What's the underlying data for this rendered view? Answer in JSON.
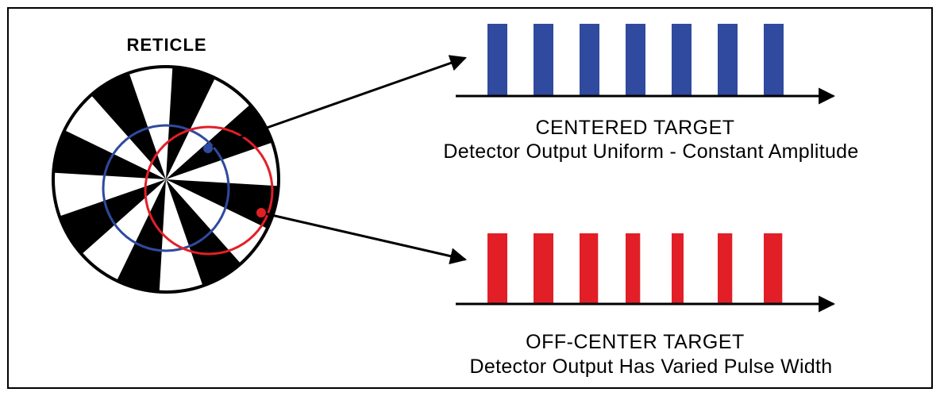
{
  "reticle": {
    "label": "RETICLE",
    "segments": 16
  },
  "centered_target": {
    "title": "CENTERED TARGET",
    "subtitle": "Detector Output Uniform - Constant Amplitude",
    "pulse_widths": [
      1,
      1,
      1,
      1,
      1,
      1,
      1
    ]
  },
  "off_center_target": {
    "title": "OFF-CENTER TARGET",
    "subtitle": "Detector Output Has Varied Pulse Width",
    "pulse_widths": [
      1,
      1,
      0.93,
      0.73,
      0.6,
      0.73,
      0.93
    ]
  },
  "colors": {
    "centered": "#2f4a9e",
    "off_center": "#e21f26",
    "reticle": "#000000",
    "frame": "#000000"
  }
}
